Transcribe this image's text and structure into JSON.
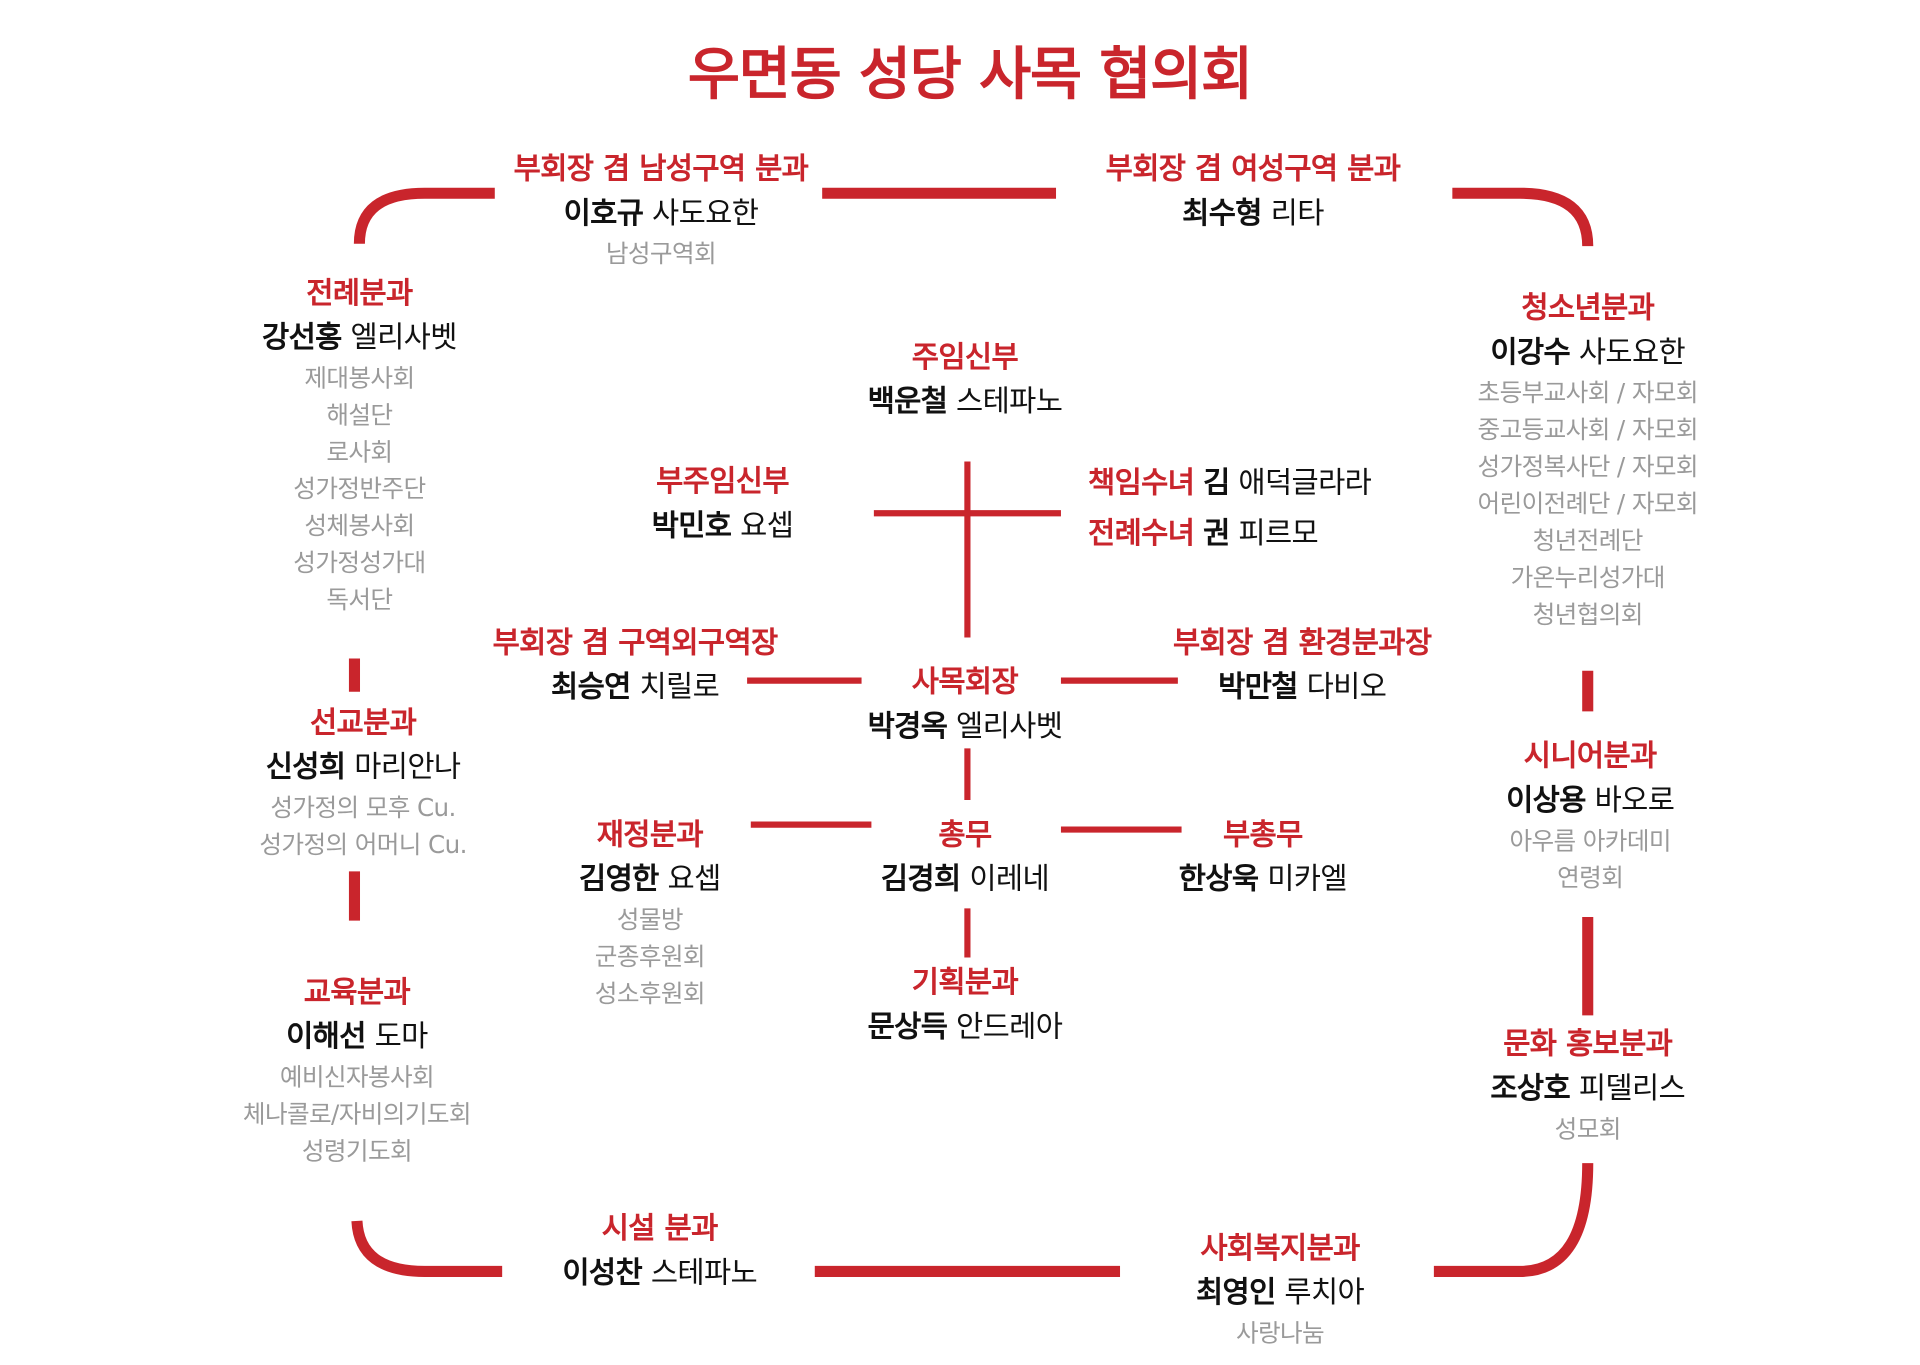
{
  "title": "우면동 성당 사목 협의회",
  "colors": {
    "accent": "#c9252c",
    "name": "#111111",
    "sub": "#9a9a9a"
  },
  "nodes": {
    "men_district": {
      "label": "부회장 겸 남성구역 분과",
      "name": "이호규",
      "saint": "사도요한",
      "subs": [
        "남성구역회"
      ]
    },
    "women_district": {
      "label": "부회장 겸 여성구역 분과",
      "name": "최수형",
      "saint": "리타",
      "subs": []
    },
    "liturgy": {
      "label": "전례분과",
      "name": "강선홍",
      "saint": "엘리사벳",
      "subs": [
        "제대봉사회",
        "해설단",
        "로사회",
        "성가정반주단",
        "성체봉사회",
        "성가정성가대",
        "독서단"
      ]
    },
    "youth": {
      "label": "청소년분과",
      "name": "이강수",
      "saint": "사도요한",
      "subs": [
        "초등부교사회 / 자모회",
        "중고등교사회 / 자모회",
        "성가정복사단 / 자모회",
        "어린이전례단 / 자모회",
        "청년전례단",
        "가온누리성가대",
        "청년협의회"
      ]
    },
    "pastor": {
      "label": "주임신부",
      "name": "백운철",
      "saint": "스테파노",
      "subs": []
    },
    "assistant_pastor": {
      "label": "부주임신부",
      "name": "박민호",
      "saint": "요셉",
      "subs": []
    },
    "outer_district": {
      "label": "부회장 겸 구역외구역장",
      "name": "최승연",
      "saint": "치릴로",
      "subs": []
    },
    "council_president": {
      "label": "사목회장",
      "name": "박경옥",
      "saint": "엘리사벳",
      "subs": []
    },
    "environment": {
      "label": "부회장 겸 환경분과장",
      "name": "박만철",
      "saint": "다비오",
      "subs": []
    },
    "mission": {
      "label": "선교분과",
      "name": "신성희",
      "saint": "마리안나",
      "subs": [
        "성가정의 모후 Cu.",
        "성가정의 어머니 Cu."
      ]
    },
    "senior": {
      "label": "시니어분과",
      "name": "이상용",
      "saint": "바오로",
      "subs": [
        "아우름 아카데미",
        "연령회"
      ]
    },
    "finance": {
      "label": "재정분과",
      "name": "김영한",
      "saint": "요셉",
      "subs": [
        "성물방",
        "군종후원회",
        "성소후원회"
      ]
    },
    "general_affairs": {
      "label": "총무",
      "name": "김경희",
      "saint": "이레네",
      "subs": []
    },
    "vice_general_affairs": {
      "label": "부총무",
      "name": "한상욱",
      "saint": "미카엘",
      "subs": []
    },
    "planning": {
      "label": "기획분과",
      "name": "문상득",
      "saint": "안드레아",
      "subs": []
    },
    "education": {
      "label": "교육분과",
      "name": "이해선",
      "saint": "도마",
      "subs": [
        "예비신자봉사회",
        "체나콜로/자비의기도회",
        "성령기도회"
      ]
    },
    "culture_pr": {
      "label": "문화 홍보분과",
      "name": "조상호",
      "saint": "피델리스",
      "subs": [
        "성모회"
      ]
    },
    "facilities": {
      "label": "시설 분과",
      "name": "이성찬",
      "saint": "스테파노",
      "subs": []
    },
    "social_welfare": {
      "label": "사회복지분과",
      "name": "최영인",
      "saint": "루치아",
      "subs": [
        "사랑나눔"
      ]
    }
  },
  "sisters": [
    {
      "label": "책임수녀",
      "name": "김",
      "saint": "애덕글라라"
    },
    {
      "label": "전례수녀",
      "name": "권",
      "saint": "피르모"
    }
  ]
}
